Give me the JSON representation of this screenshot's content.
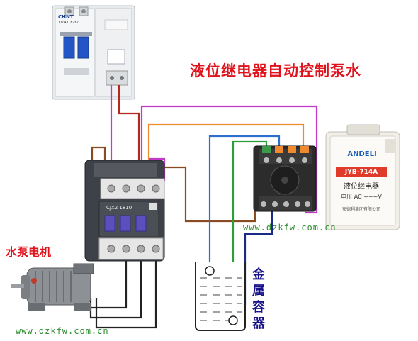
{
  "title": "液位继电器自动控制泵水",
  "labels": {
    "motor": "水泵电机",
    "container": [
      "金",
      "属",
      "容",
      "器"
    ]
  },
  "watermarks": {
    "top": "www.dzkfw.com.cn",
    "bottom": "www.dzkfw.com.cn"
  },
  "relay": {
    "brand": "ANDELI",
    "model": "JYB-714A",
    "name": "液位继电器",
    "voltage": "电压 AC ~~~V",
    "maker": "安德利集团有限公司"
  },
  "contactor": {
    "model": "CJX2 1810"
  },
  "breaker": {
    "brand": "CHNT",
    "model": "DZ47LE-32"
  },
  "wire_colors": {
    "magenta": "#c23ac8",
    "orange": "#f08a2e",
    "brown": "#8a4a22",
    "blue": "#2d6fd0",
    "green": "#2e9e3a",
    "navy": "#1a2a88",
    "red": "#b5281e"
  }
}
